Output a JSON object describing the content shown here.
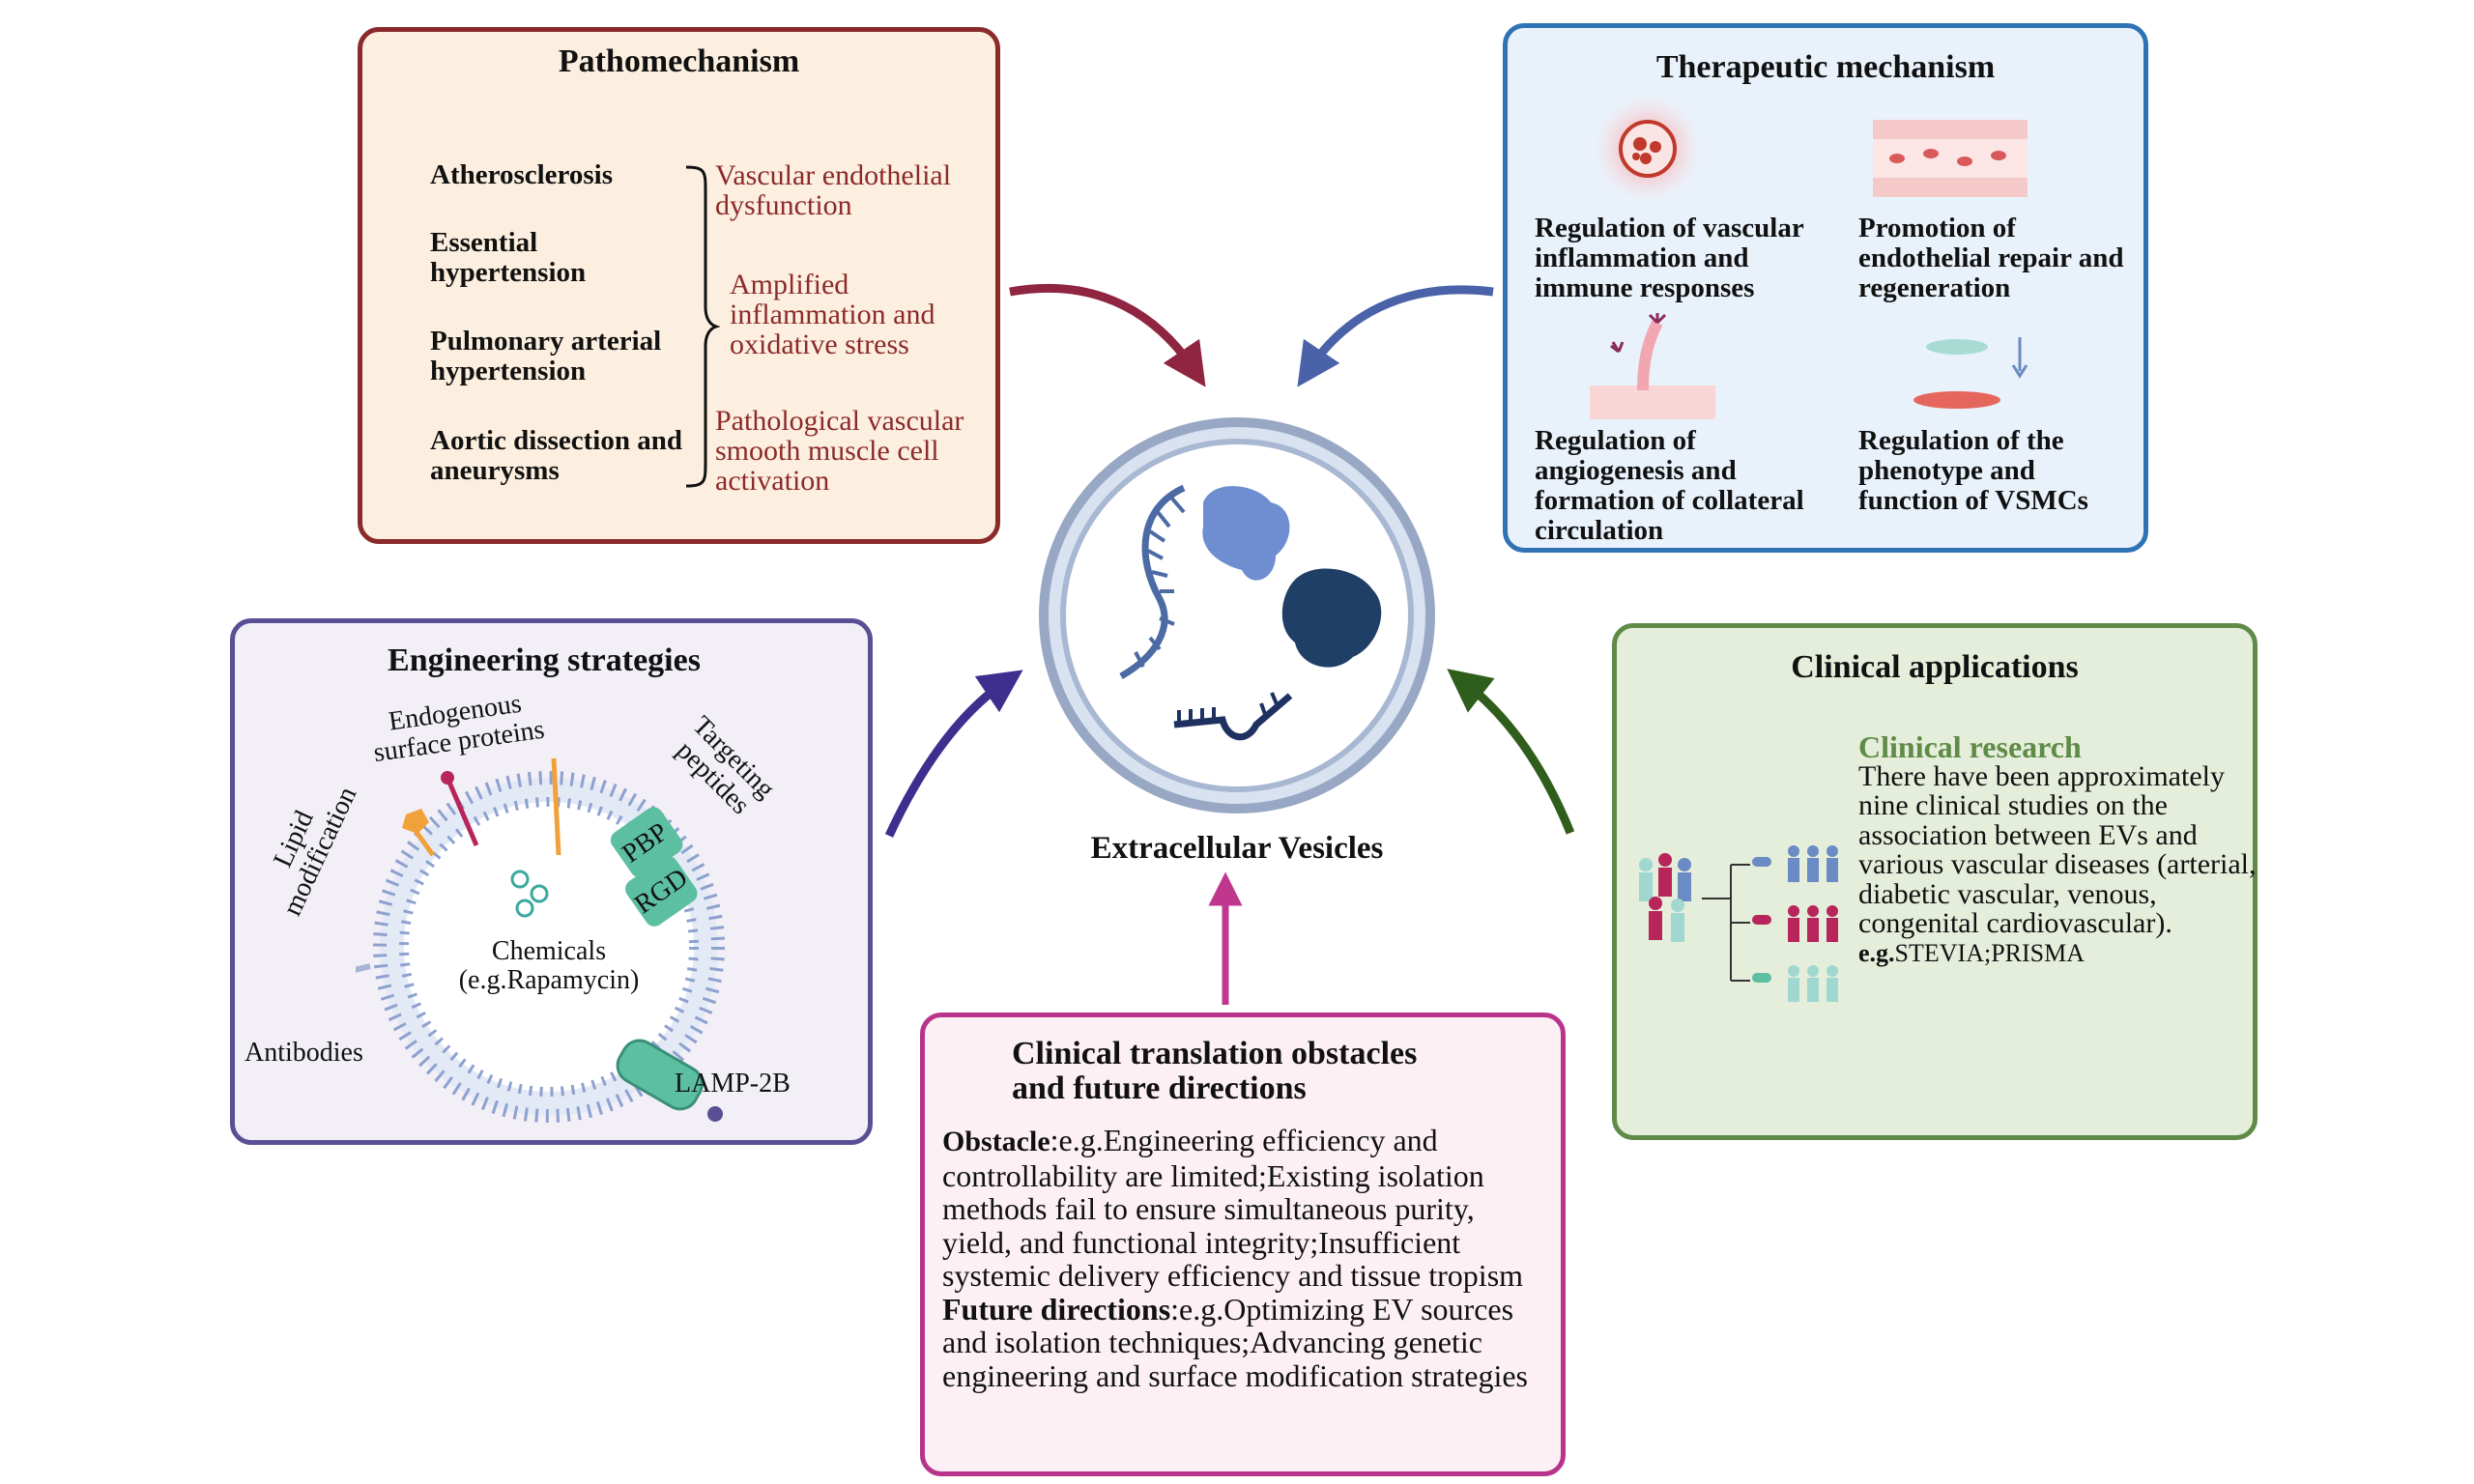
{
  "center": {
    "label": "Extracellular Vesicles"
  },
  "pathomechanism": {
    "title": "Pathomechanism",
    "diseases": [
      "Atherosclerosis",
      "Essential hypertension",
      "Pulmonary arterial hypertension",
      "Aortic dissection and aneurysms"
    ],
    "mechanisms": [
      "Vascular endothelial dysfunction",
      "Amplified inflammation and oxidative stress",
      "Pathological vascular smooth muscle cell activation"
    ]
  },
  "therapeutic": {
    "title": "Therapeutic mechanism",
    "items": [
      "Regulation of vascular inflammation and immune responses",
      "Promotion of endothelial repair and regeneration",
      "Regulation of angiogenesis and formation of collateral circulation",
      "Regulation of the phenotype and function of VSMCs"
    ]
  },
  "engineering": {
    "title": "Engineering strategies",
    "labels": {
      "endogenous": "Endogenous surface proteins",
      "lipid": "Lipid modification",
      "targeting": "Targeting peptides",
      "pbp": "PBP",
      "rgd": "RGD",
      "chemicals": "Chemicals (e.g.Rapamycin)",
      "antibodies": "Antibodies",
      "lamp": "LAMP-2B"
    }
  },
  "clinical": {
    "title": "Clinical applications",
    "research_heading": "Clinical research",
    "research_text": "There have been approximately nine clinical studies on the association between EVs and various vascular diseases (arterial, diabetic vascular, venous, congenital cardiovascular).",
    "example_prefix": "e.g.",
    "example_text": "STEVIA;PRISMA"
  },
  "obstacles": {
    "title": "Clinical translation obstacles and future directions",
    "obstacle_label": "Obstacle",
    "obstacle_text": ":e.g.Engineering efficiency and controllability are limited;Existing isolation methods fail to ensure simultaneous purity, yield, and functional integrity;Insufficient systemic delivery efficiency and tissue tropism",
    "future_label": "Future directions",
    "future_text": ":e.g.Optimizing EV sources and isolation techniques;Advancing genetic engineering and surface modification strategies"
  },
  "colors": {
    "patho": "#8a2a2a",
    "thera": "#2f73b5",
    "eng": "#5a4f94",
    "clin": "#5f8b47",
    "obst": "#b8348a",
    "arrow_patho": "#8f2540",
    "arrow_thera": "#4a62a8",
    "arrow_eng": "#3e2f8f",
    "arrow_clin": "#2f5e1c",
    "arrow_obst": "#c0388e"
  }
}
